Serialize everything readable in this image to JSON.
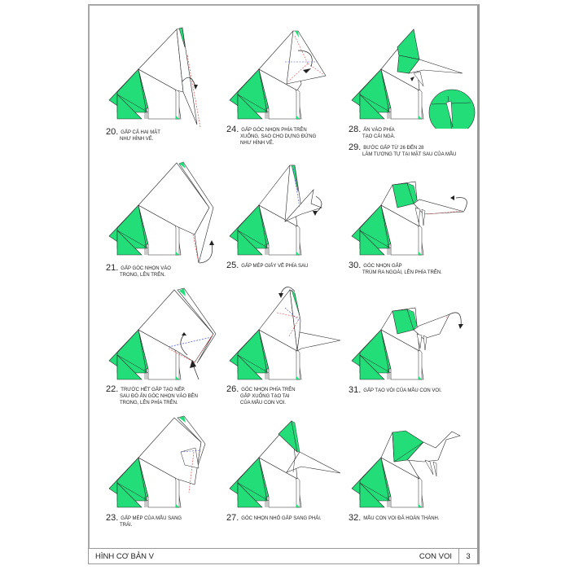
{
  "colors": {
    "paper_green": "#22DD78",
    "outline": "#2a2a2a",
    "valley_fold": "#e05050",
    "mountain_fold": "#4050d0",
    "frame": "#a8a8a8"
  },
  "steps": [
    {
      "num": "20.",
      "lines": [
        "GẤP CẢ HAI MẶT",
        "NHƯ HÌNH VẼ."
      ]
    },
    {
      "num": "21.",
      "lines": [
        "GẤP GÓC NHỌN VÀO",
        "TRONG, LÊN TRÊN."
      ]
    },
    {
      "num": "22.",
      "lines": [
        "TRƯỚC HẾT GẤP TẠO NẾP.",
        "SAU ĐÓ ẤN GÓC NHỌN VÀO BÊN",
        "TRONG, LÊN PHÍA TRÊN."
      ]
    },
    {
      "num": "23.",
      "lines": [
        "GẤP MÉP CỦA MẪU SANG",
        "TRÁI."
      ]
    },
    {
      "num": "24.",
      "lines": [
        "GẤP GÓC NHỌN PHÍA TRÊN",
        "XUỐNG, SAO CHO DỰNG ĐỨNG",
        "NHƯ HÌNH VẼ."
      ]
    },
    {
      "num": "25.",
      "lines": [
        "GẤP MÉP GIẤY VỀ PHÍA SAU"
      ]
    },
    {
      "num": "26.",
      "lines": [
        "GÓC NHỌN PHÍA TRÊN",
        "GẤP XUỐNG TẠO TAI",
        "CỦA MẪU CON VOI."
      ]
    },
    {
      "num": "27.",
      "lines": [
        "GÓC NHỌN NHỎ GẤP SANG PHẢI."
      ]
    },
    {
      "num": "28.",
      "lines": [
        "ẤN VÀO PHÍA",
        "TẠO CÁI NGÀ."
      ]
    },
    {
      "num": "29.",
      "lines": [
        "BƯỚC GẤP TỪ 26 ĐẾN 28",
        "LÀM TƯƠNG TỰ TẠI MẶT SAU CỦA MẪU"
      ]
    },
    {
      "num": "30.",
      "lines": [
        "GÓC NHỌN GẤP",
        "TRÙM RA NGOÀI, LÊN PHÍA TRÊN."
      ]
    },
    {
      "num": "31.",
      "lines": [
        "GẤP TẠO VÒI CỦA MẪU CON VOI."
      ]
    },
    {
      "num": "32.",
      "lines": [
        "MẪU CON VOI ĐÃ HOÀN THÀNH."
      ]
    }
  ],
  "footer": {
    "book_title": "HÌNH CƠ BẢN V",
    "model_name": "CON VOI",
    "page_number": "3"
  }
}
